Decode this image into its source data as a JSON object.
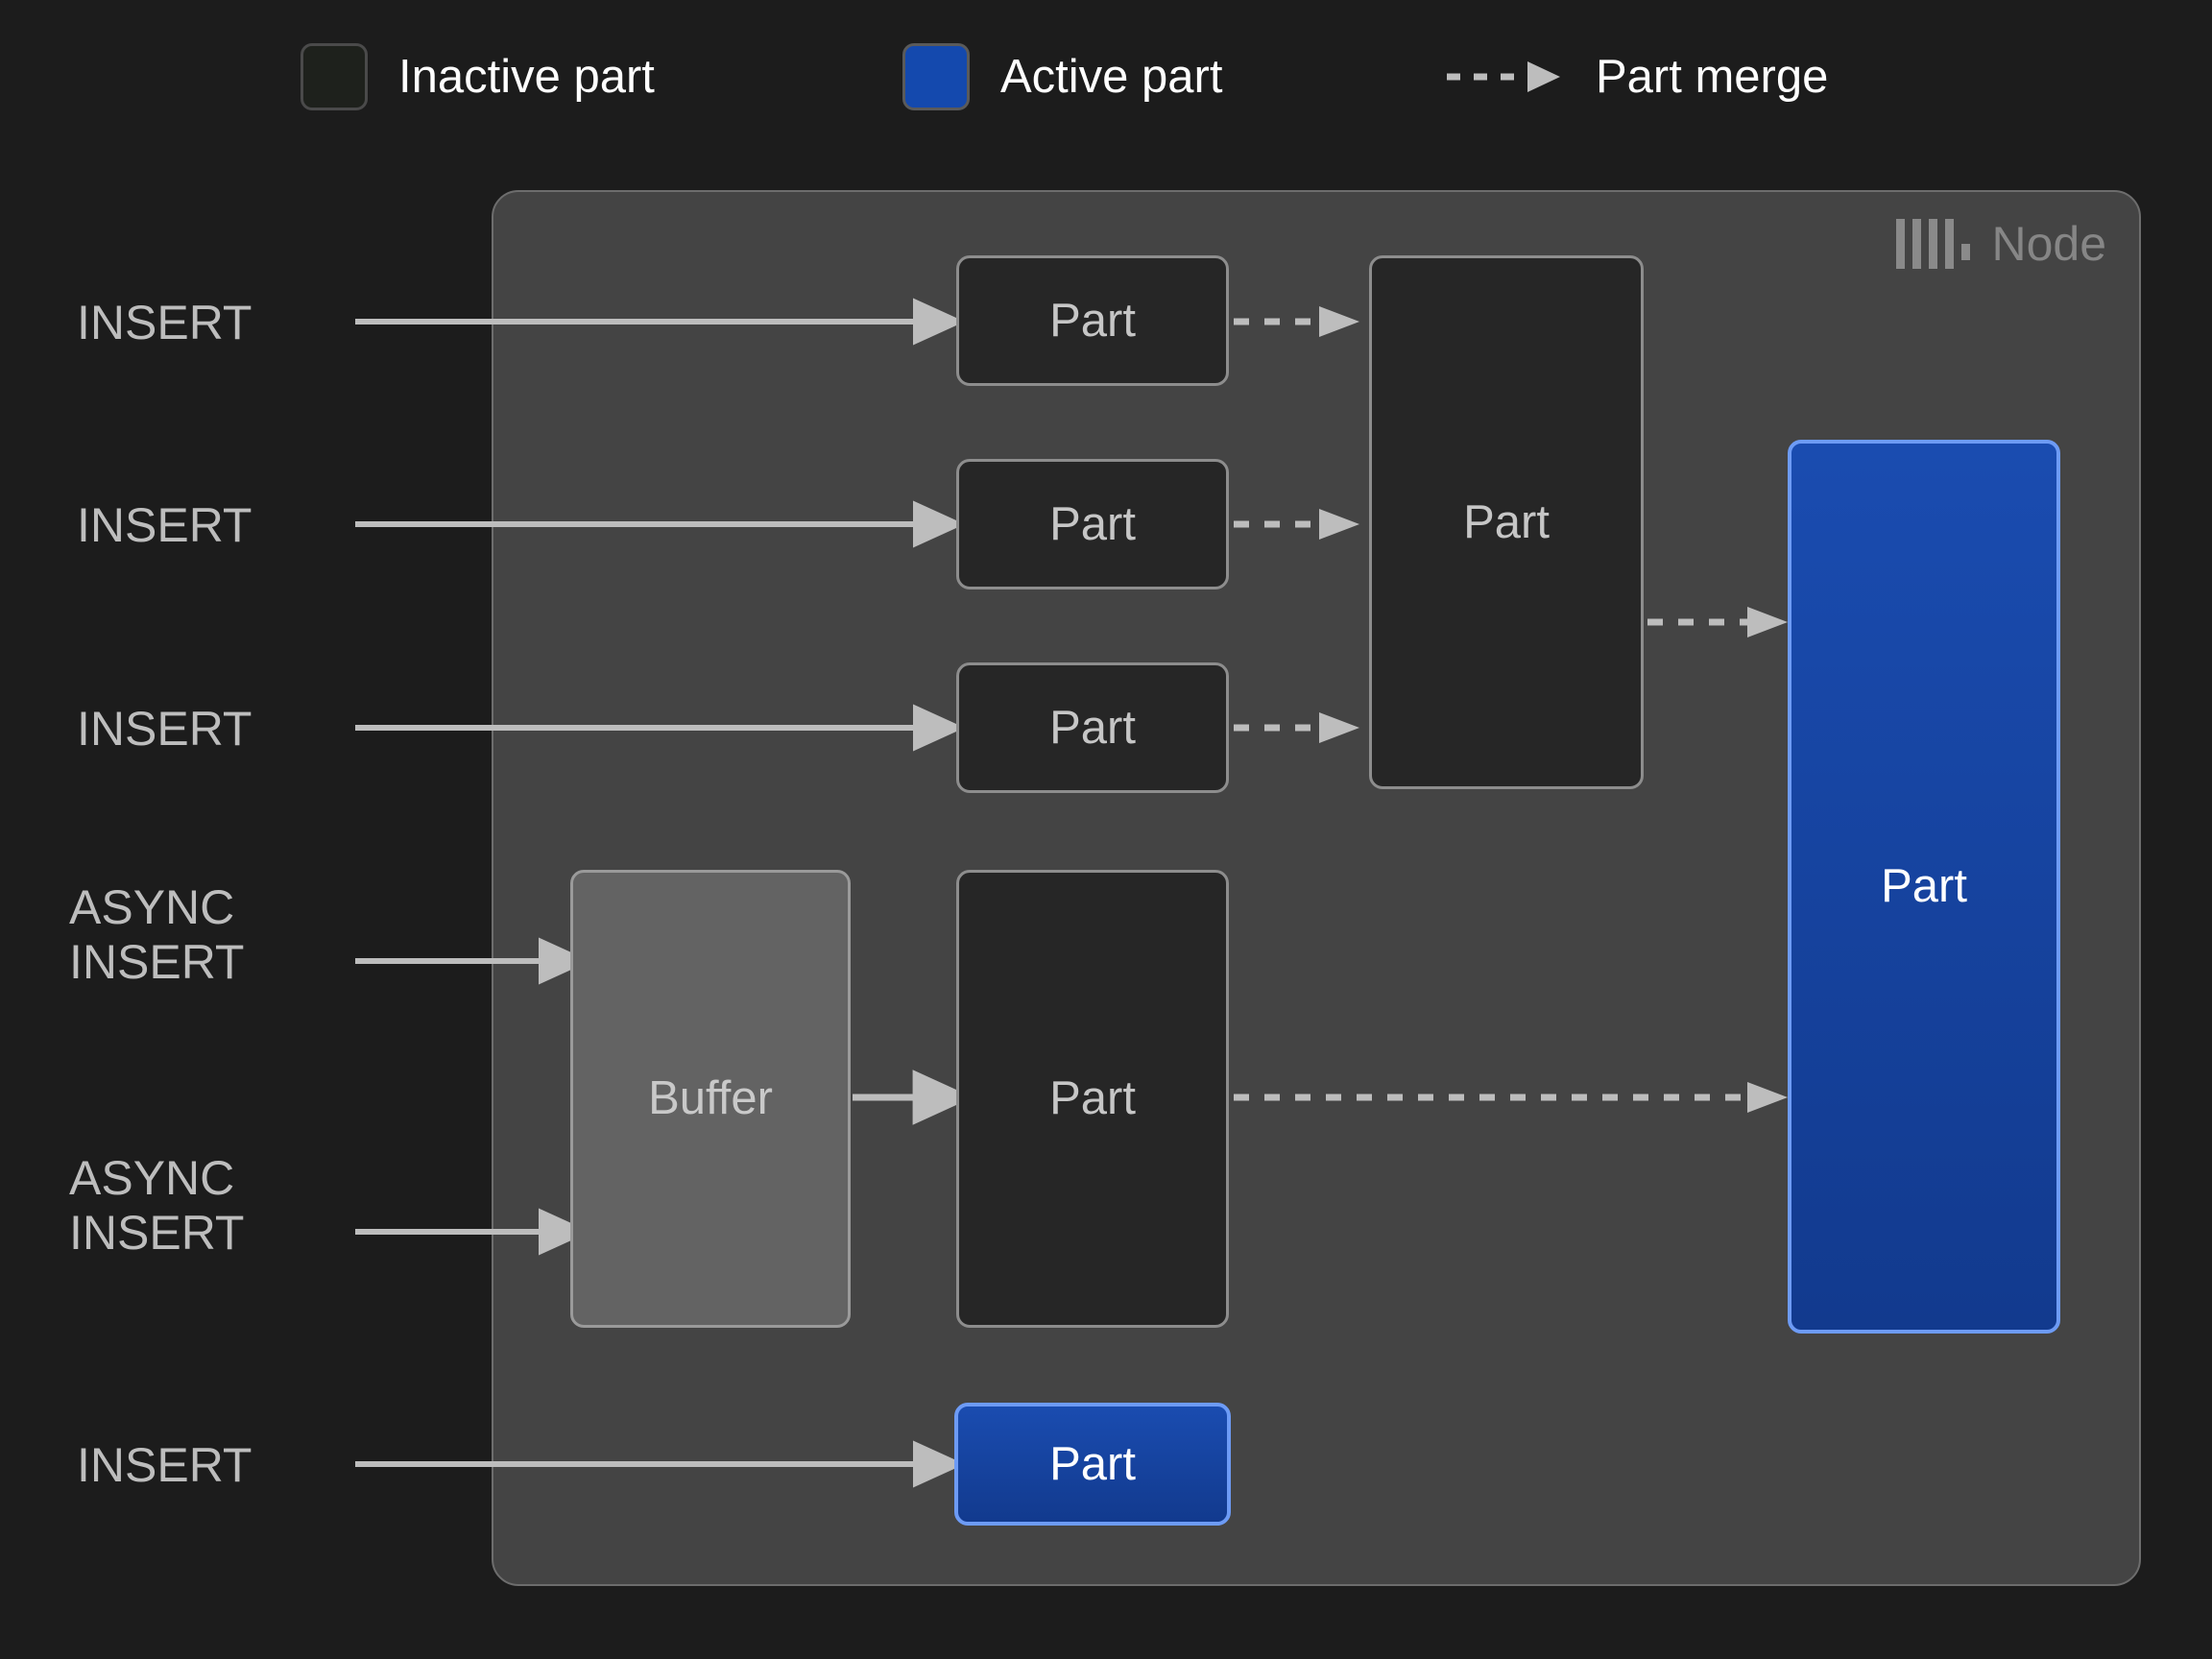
{
  "legend": {
    "items": [
      {
        "icon": "inactive-part-swatch",
        "label": "Inactive part",
        "color": "#1e211c"
      },
      {
        "icon": "active-part-swatch",
        "label": "Active part",
        "color": "#1449ae"
      },
      {
        "icon": "dashed-arrow-icon",
        "label": "Part merge",
        "color": "#bdbdbd"
      }
    ]
  },
  "node": {
    "title": "Node",
    "logo": "clickhouse-logo-icon",
    "title_color": "#868686",
    "background": "#444444"
  },
  "sources": [
    {
      "id": "insert-1",
      "label": "INSERT"
    },
    {
      "id": "insert-2",
      "label": "INSERT"
    },
    {
      "id": "insert-3",
      "label": "INSERT"
    },
    {
      "id": "async-insert-1",
      "label": "ASYNC\nINSERT"
    },
    {
      "id": "async-insert-2",
      "label": "ASYNC\nINSERT"
    },
    {
      "id": "insert-4",
      "label": "INSERT"
    }
  ],
  "boxes": [
    {
      "id": "part-1",
      "label": "Part",
      "state": "inactive"
    },
    {
      "id": "part-2",
      "label": "Part",
      "state": "inactive"
    },
    {
      "id": "part-3",
      "label": "Part",
      "state": "inactive"
    },
    {
      "id": "part-merged",
      "label": "Part",
      "state": "inactive"
    },
    {
      "id": "buffer",
      "label": "Buffer",
      "state": "buffer"
    },
    {
      "id": "part-buffered",
      "label": "Part",
      "state": "inactive"
    },
    {
      "id": "part-final",
      "label": "Part",
      "state": "active"
    },
    {
      "id": "part-insert",
      "label": "Part",
      "state": "active"
    }
  ],
  "colors": {
    "page_background": "#1c1c1c",
    "node_background": "#444444",
    "inactive_part_fill": "#262626",
    "inactive_part_border": "#8d8d8d",
    "active_part_fill": "#1449ae",
    "active_part_border": "#6d9bf5",
    "buffer_fill": "#636363",
    "connector": "#bdbdbd",
    "text_primary": "#ffffff",
    "text_muted": "#bdbdbd"
  }
}
